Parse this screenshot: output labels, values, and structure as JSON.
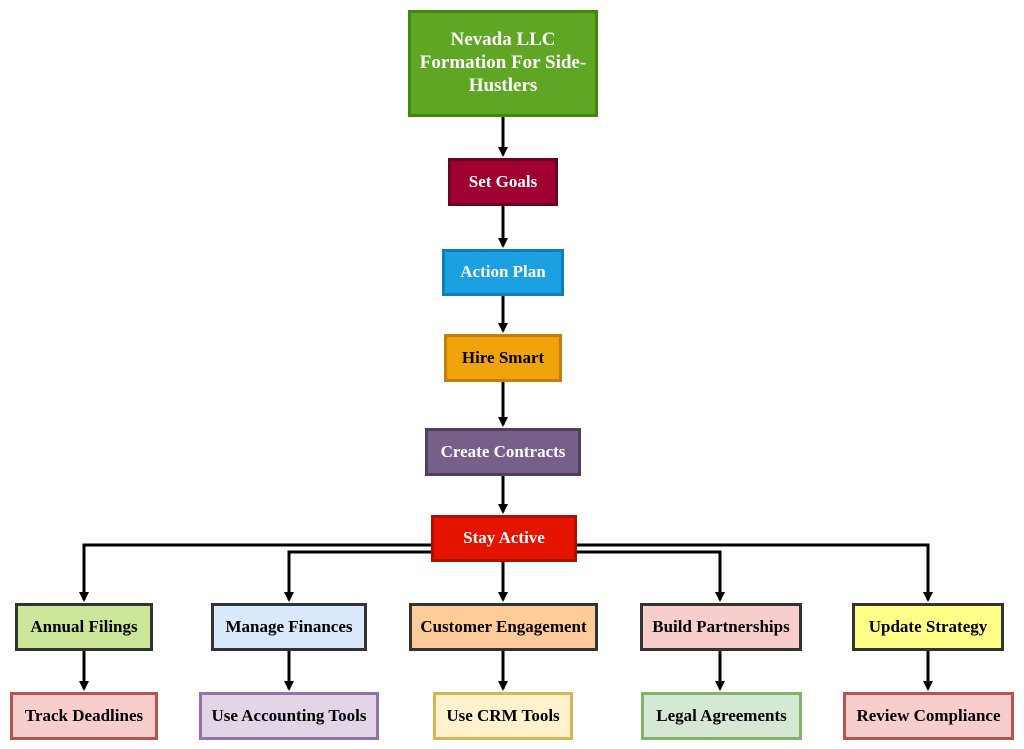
{
  "nodes": {
    "root": {
      "label": "Nevada LLC Formation For Side-Hustlers",
      "fill": "#5ea624",
      "border": "#3d8a0f",
      "text": "#ffffff"
    },
    "set_goals": {
      "label": "Set Goals",
      "fill": "#a00030",
      "border": "#6e0020",
      "text": "#ffffff"
    },
    "action_plan": {
      "label": "Action Plan",
      "fill": "#1ba1e2",
      "border": "#0e7fbc",
      "text": "#ffffff"
    },
    "hire_smart": {
      "label": "Hire Smart",
      "fill": "#f0a30a",
      "border": "#c77d06",
      "text": "#000000"
    },
    "create_contracts": {
      "label": "Create Contracts",
      "fill": "#76608a",
      "border": "#4f3f62",
      "text": "#ffffff"
    },
    "stay_active": {
      "label": "Stay Active",
      "fill": "#e51400",
      "border": "#b00f00",
      "text": "#ffffff"
    },
    "annual_filings": {
      "label": "Annual Filings",
      "fill": "#cce699",
      "border": "#333333",
      "text": "#000000"
    },
    "manage_finances": {
      "label": "Manage Finances",
      "fill": "#d9e8fb",
      "border": "#333333",
      "text": "#000000"
    },
    "customer_engagement": {
      "label": "Customer Engagement",
      "fill": "#ffcc99",
      "border": "#333333",
      "text": "#000000"
    },
    "build_partnerships": {
      "label": "Build Partnerships",
      "fill": "#f8cecc",
      "border": "#333333",
      "text": "#000000"
    },
    "update_strategy": {
      "label": "Update Strategy",
      "fill": "#ffff88",
      "border": "#333333",
      "text": "#000000"
    },
    "track_deadlines": {
      "label": "Track Deadlines",
      "fill": "#f8cecc",
      "border": "#b85450",
      "text": "#000000"
    },
    "use_accounting_tools": {
      "label": "Use Accounting Tools",
      "fill": "#e1d5e7",
      "border": "#9673a6",
      "text": "#000000"
    },
    "use_crm_tools": {
      "label": "Use CRM Tools",
      "fill": "#fff2cc",
      "border": "#d6b656",
      "text": "#000000"
    },
    "legal_agreements": {
      "label": "Legal Agreements",
      "fill": "#d5e8d4",
      "border": "#82b366",
      "text": "#000000"
    },
    "review_compliance": {
      "label": "Review Compliance",
      "fill": "#f8cecc",
      "border": "#b85450",
      "text": "#000000"
    }
  },
  "edge_color": "#000000"
}
